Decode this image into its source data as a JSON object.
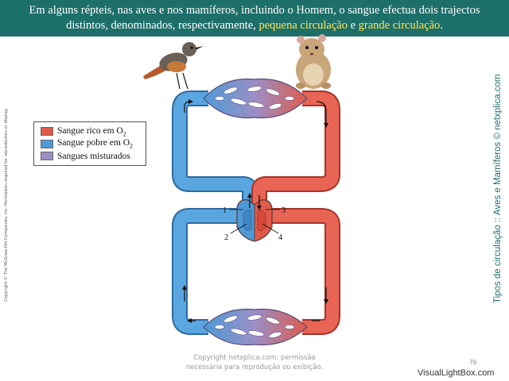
{
  "header": {
    "line1": "Em alguns répteis, nas aves e nos mamíferos, incluindo o Homem, o sangue efectua dois trajectos",
    "line2_prefix": "distintos, denominados, respectivamente, ",
    "highlight1": "pequena circulação",
    "connector": " e ",
    "highlight2": "grande circulação",
    "line2_suffix": "."
  },
  "copyright_vertical": "Copyright © The McGraw-Hill Companies, Inc. Permission required for reproduction or display.",
  "side_title": "Tipos de circulação :: Aves e Mamíferos © netxplica.com",
  "legend": {
    "items": [
      {
        "label": "Sangue rico em O",
        "sub": "2",
        "color": "#e05a4a"
      },
      {
        "label": "Sangue pobre em O",
        "sub": "2",
        "color": "#4d9ad6"
      },
      {
        "label": "Sangues misturados",
        "sub": "",
        "color": "#9a8fc6"
      }
    ]
  },
  "heart_labels": [
    "1",
    "2",
    "3",
    "4"
  ],
  "footer": {
    "line1": "Copyright netxplica.com: permissão",
    "line2": "necessária para reprodução ou exibição."
  },
  "page_number": "76",
  "watermark": "VisualLightBox.com",
  "colors": {
    "header_bg": "#1d6f6a",
    "highlight": "#ffe75a",
    "oxygen_rich": "#e05a4a",
    "oxygen_poor": "#4d9ad6",
    "mixed": "#9a8fc6"
  },
  "illustrations": [
    "bird-illustration",
    "hamster-illustration"
  ]
}
